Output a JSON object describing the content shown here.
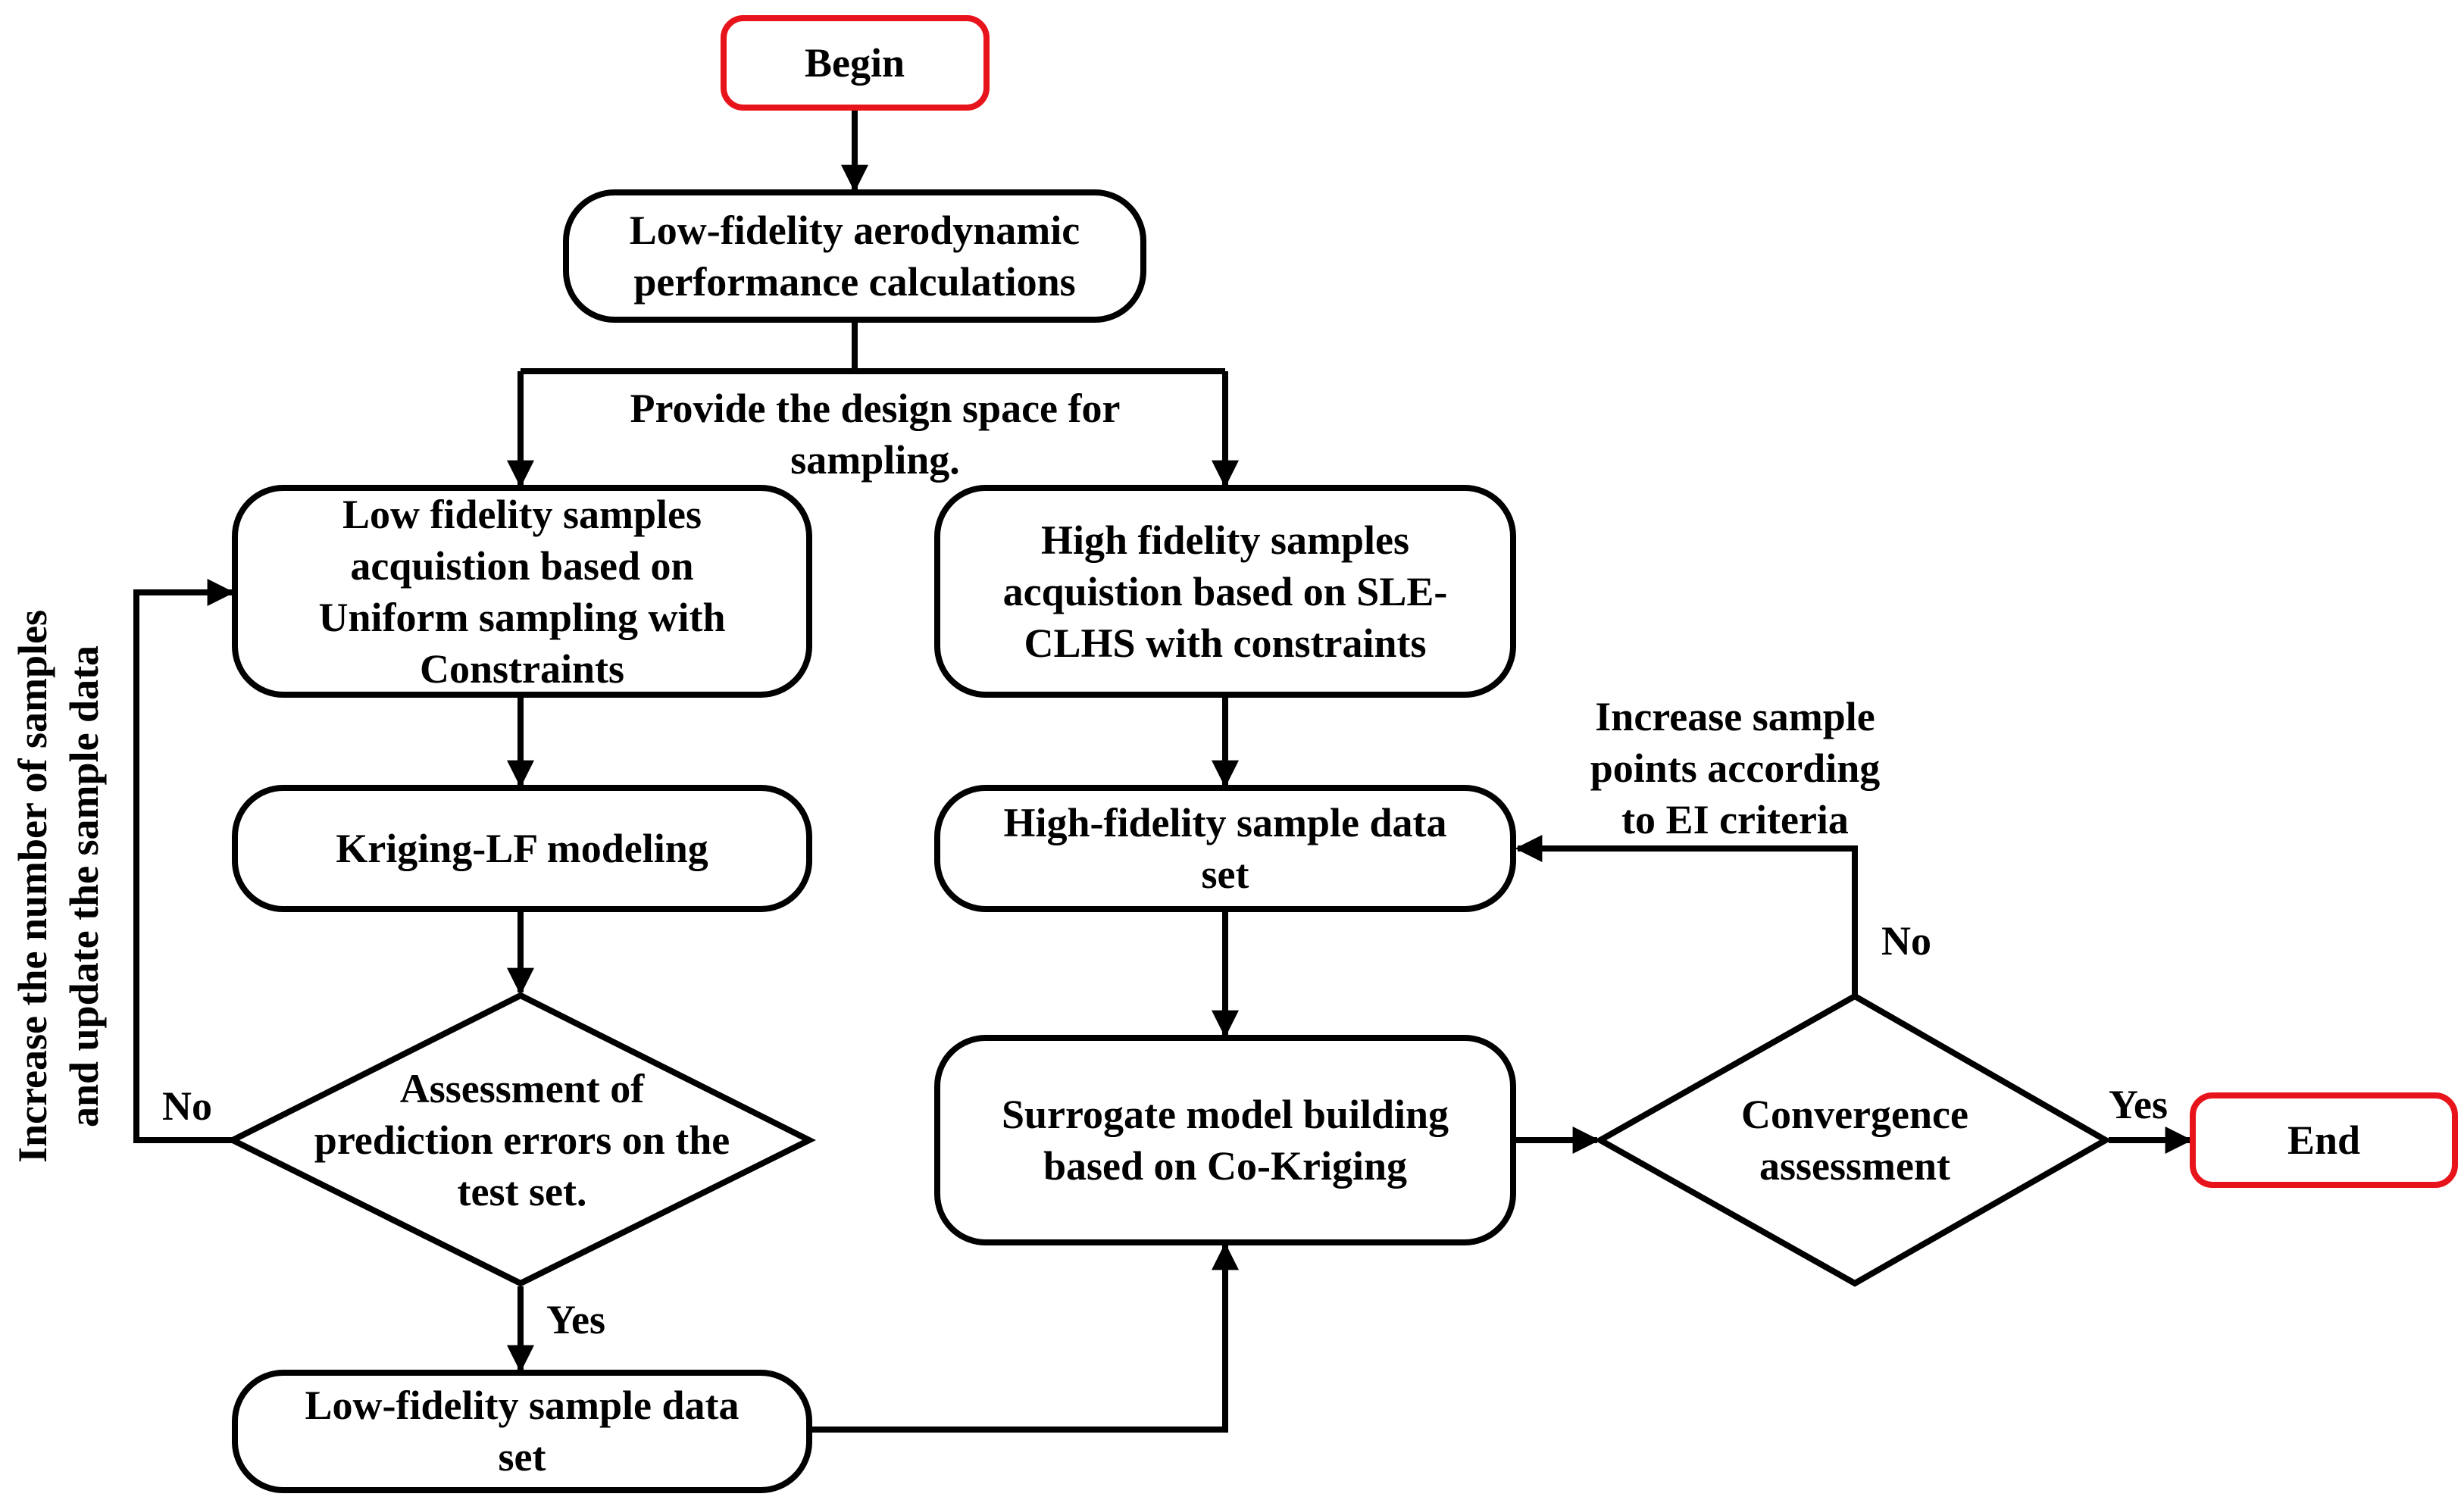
{
  "nodes": {
    "begin": {
      "lines": [
        "Begin"
      ]
    },
    "lf_calc": {
      "lines": [
        "Low-fidelity aerodynamic",
        "performance calculations"
      ]
    },
    "lf_samples": {
      "lines": [
        "Low fidelity samples",
        "acquistion based on",
        "Uniform sampling with",
        "Constraints"
      ]
    },
    "hf_samples": {
      "lines": [
        "High fidelity samples",
        "acquistion based on SLE-",
        "CLHS with constraints"
      ]
    },
    "kriging_lf": {
      "lines": [
        "Kriging-LF modeling"
      ]
    },
    "hf_dataset": {
      "lines": [
        "High-fidelity sample data",
        "set"
      ]
    },
    "assessment": {
      "lines": [
        "Assessment of",
        "prediction errors on the",
        "test set."
      ]
    },
    "surrogate": {
      "lines": [
        "Surrogate model building",
        "based on Co-Kriging"
      ]
    },
    "convergence": {
      "lines": [
        "Convergence",
        "assessment"
      ]
    },
    "end": {
      "lines": [
        "End"
      ]
    },
    "lf_dataset": {
      "lines": [
        "Low-fidelity sample data",
        "set"
      ]
    }
  },
  "labels": {
    "design_space": [
      "Provide the design space for",
      "sampling."
    ],
    "increase_points": [
      "Increase sample",
      "points according",
      "to EI criteria"
    ],
    "no_left": "No",
    "no_right": "No",
    "yes_down": "Yes",
    "yes_right": "Yes",
    "vertical": [
      "Increase the number of samples",
      "and update the sample data"
    ]
  },
  "colors": {
    "terminal_border": "#e8141b",
    "stroke": "#000000",
    "background": "#ffffff"
  }
}
